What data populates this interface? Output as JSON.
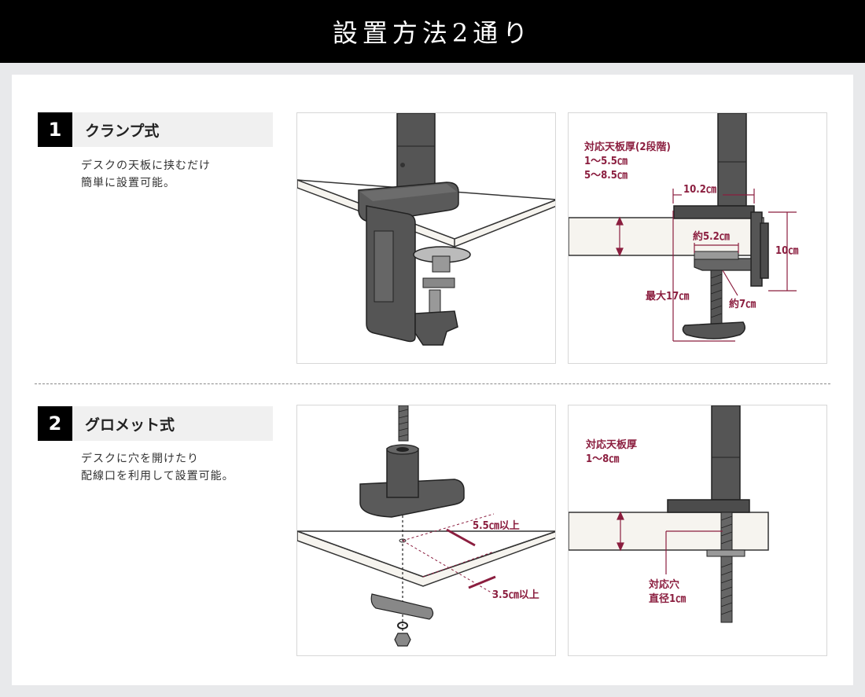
{
  "header": {
    "title": "設置方法2通り"
  },
  "section1": {
    "number": "1",
    "title": "クランプ式",
    "desc_line1": "デスクの天板に挟むだけ",
    "desc_line2": "簡単に設置可能。",
    "diagram": {
      "thickness_title": "対応天板厚(2段階)",
      "thickness_1": "1～5.5㎝",
      "thickness_2": "5～8.5㎝",
      "width": "10.2㎝",
      "inner_width": "約5.2㎝",
      "height": "10㎝",
      "max_depth": "最大17㎝",
      "screw": "約7㎝"
    }
  },
  "section2": {
    "number": "2",
    "title": "グロメット式",
    "desc_line1": "デスクに穴を開けたり",
    "desc_line2": "配線口を利用して設置可能。",
    "illustration": {
      "distance_1": "5.5㎝以上",
      "distance_2": "3.5㎝以上"
    },
    "diagram": {
      "thickness_title": "対応天板厚",
      "thickness": "1～8㎝",
      "hole_title": "対応穴",
      "hole_size": "直径1㎝"
    }
  },
  "colors": {
    "accent": "#8b1e3f",
    "header_bg": "#000000",
    "panel_bg": "#ffffff",
    "page_bg": "#e8e9eb"
  }
}
